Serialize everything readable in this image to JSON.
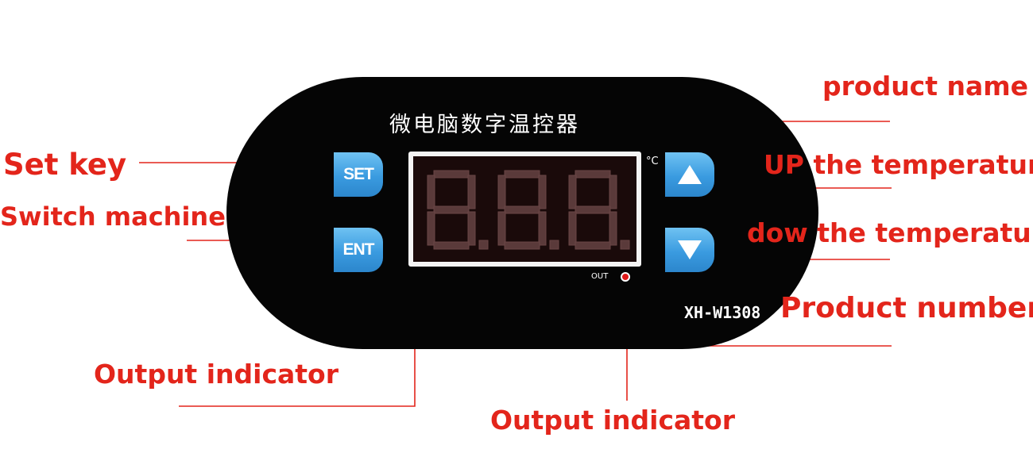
{
  "device": {
    "title": "微电脑数字温控器",
    "set_button_label": "SET",
    "ent_button_label": "ENT",
    "up_button_icon": "triangle-up-icon",
    "down_button_icon": "triangle-down-icon",
    "temperature_unit": "°C",
    "output_label": "OUT",
    "model_number": "XH-W1308",
    "display_text": "8.8.8."
  },
  "annotations": {
    "product_name": "product name",
    "set_key": "Set key",
    "switch_machine": "Switch machine",
    "up_temperature": "UP the temperatur",
    "down_temperature": "dow the temperatur",
    "product_number": "Product number",
    "output_indicator_left": "Output indicator",
    "output_indicator_bottom": "Output indicator"
  },
  "colors": {
    "panel": "#050505",
    "button_blue": "#3a9be0",
    "annotation_red": "#e3251b",
    "segment_off": "#5a3a3a",
    "led": "#e01818"
  }
}
